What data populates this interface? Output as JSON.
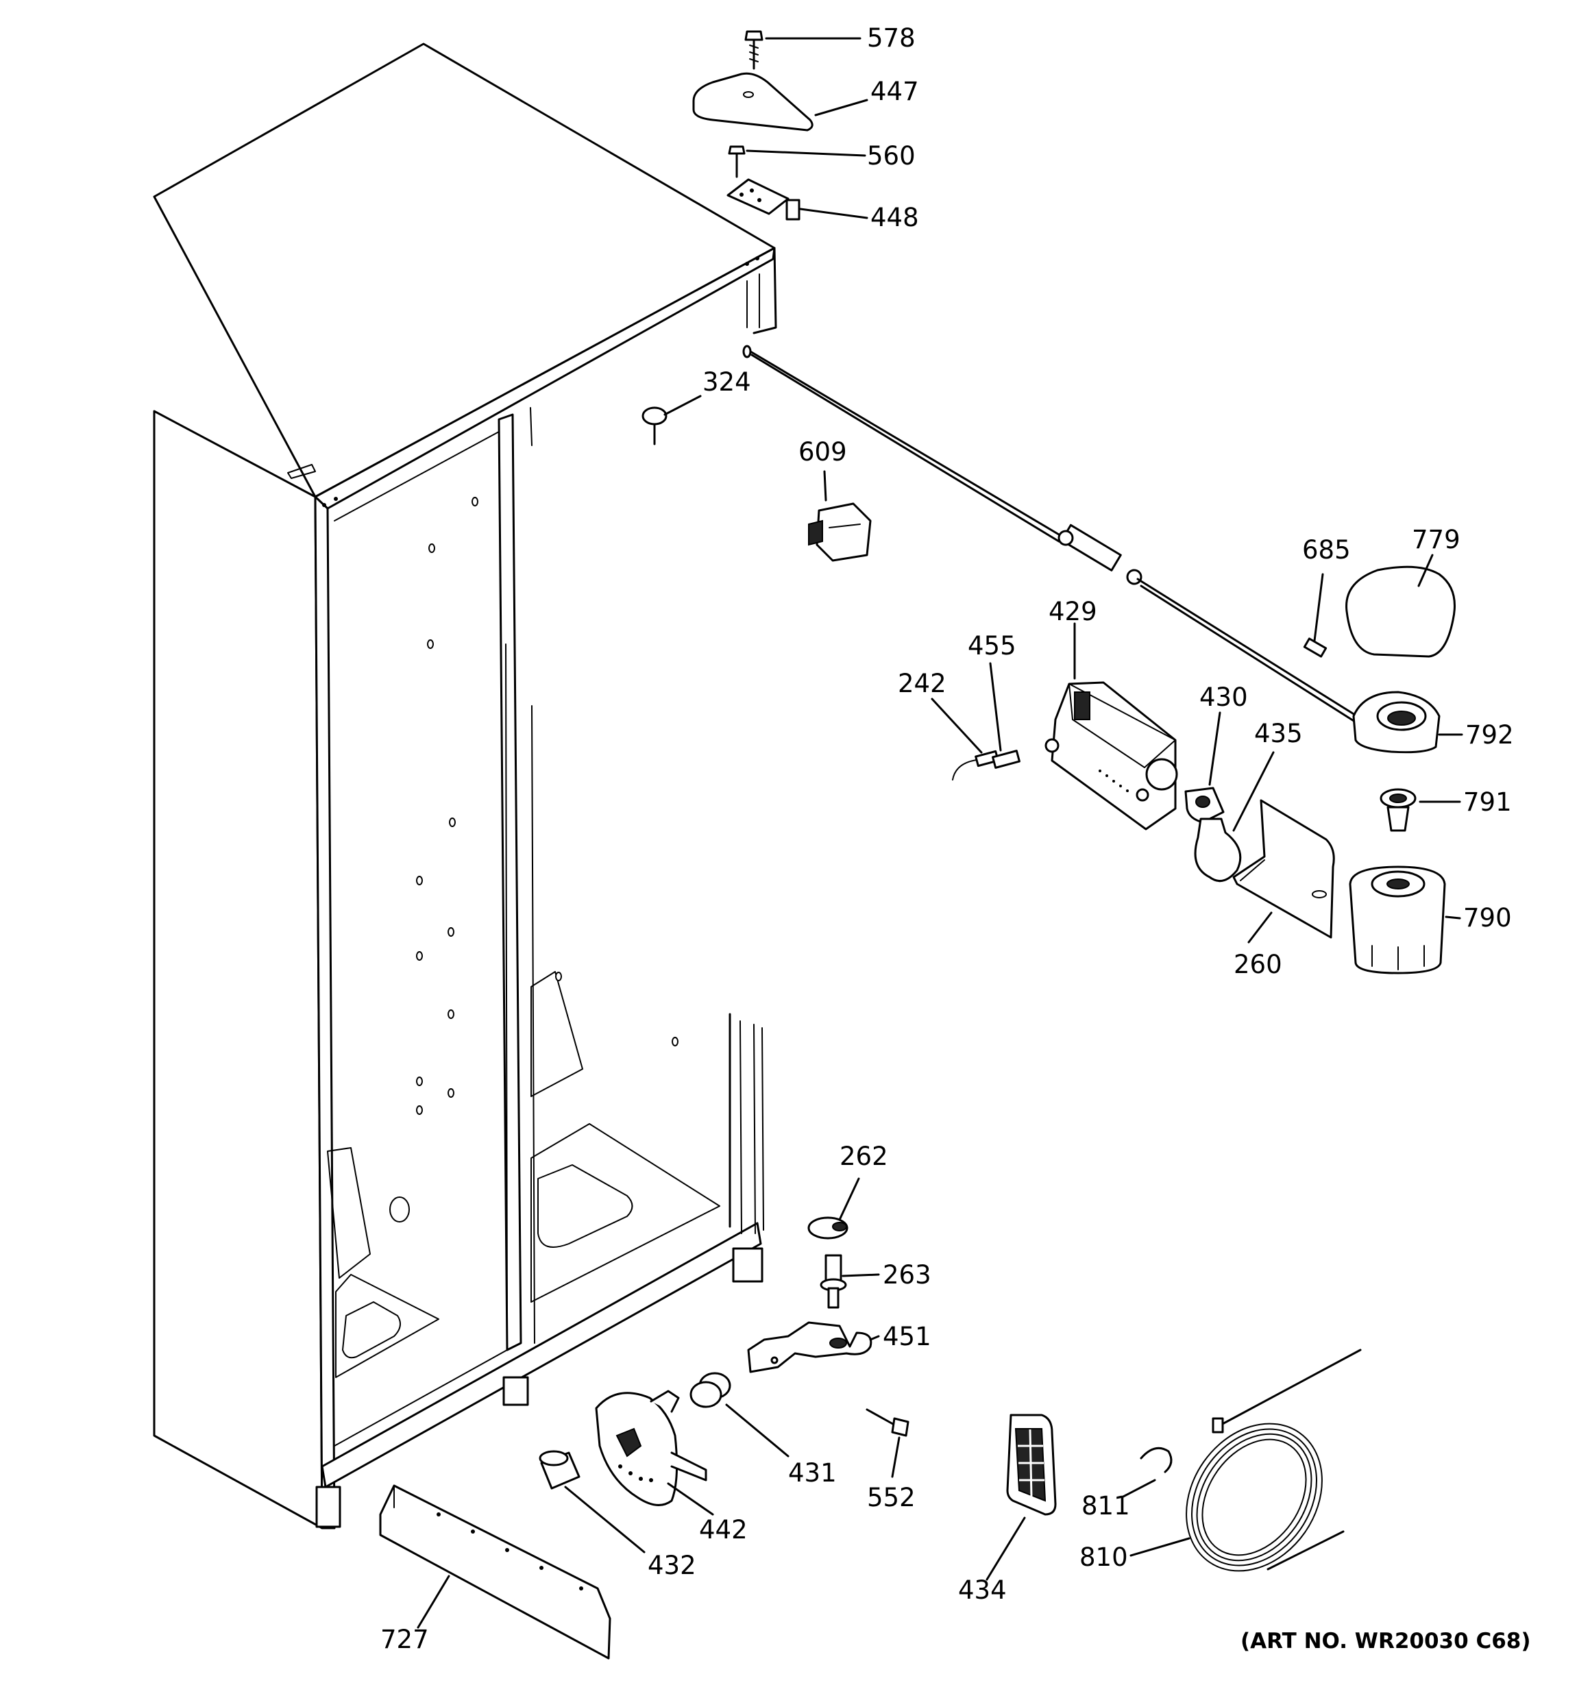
{
  "diagram": {
    "art_number": "(ART NO. WR20030 C68)",
    "callouts": [
      {
        "id": "c578",
        "label": "578"
      },
      {
        "id": "c447",
        "label": "447"
      },
      {
        "id": "c560",
        "label": "560"
      },
      {
        "id": "c448",
        "label": "448"
      },
      {
        "id": "c324",
        "label": "324"
      },
      {
        "id": "c609",
        "label": "609"
      },
      {
        "id": "c685",
        "label": "685"
      },
      {
        "id": "c779",
        "label": "779"
      },
      {
        "id": "c429",
        "label": "429"
      },
      {
        "id": "c455",
        "label": "455"
      },
      {
        "id": "c242",
        "label": "242"
      },
      {
        "id": "c430",
        "label": "430"
      },
      {
        "id": "c435",
        "label": "435"
      },
      {
        "id": "c792",
        "label": "792"
      },
      {
        "id": "c791",
        "label": "791"
      },
      {
        "id": "c790",
        "label": "790"
      },
      {
        "id": "c260",
        "label": "260"
      },
      {
        "id": "c262",
        "label": "262"
      },
      {
        "id": "c263",
        "label": "263"
      },
      {
        "id": "c451",
        "label": "451"
      },
      {
        "id": "c431",
        "label": "431"
      },
      {
        "id": "c552",
        "label": "552"
      },
      {
        "id": "c442",
        "label": "442"
      },
      {
        "id": "c432",
        "label": "432"
      },
      {
        "id": "c434",
        "label": "434"
      },
      {
        "id": "c811",
        "label": "811"
      },
      {
        "id": "c810",
        "label": "810"
      },
      {
        "id": "c727",
        "label": "727"
      }
    ]
  }
}
